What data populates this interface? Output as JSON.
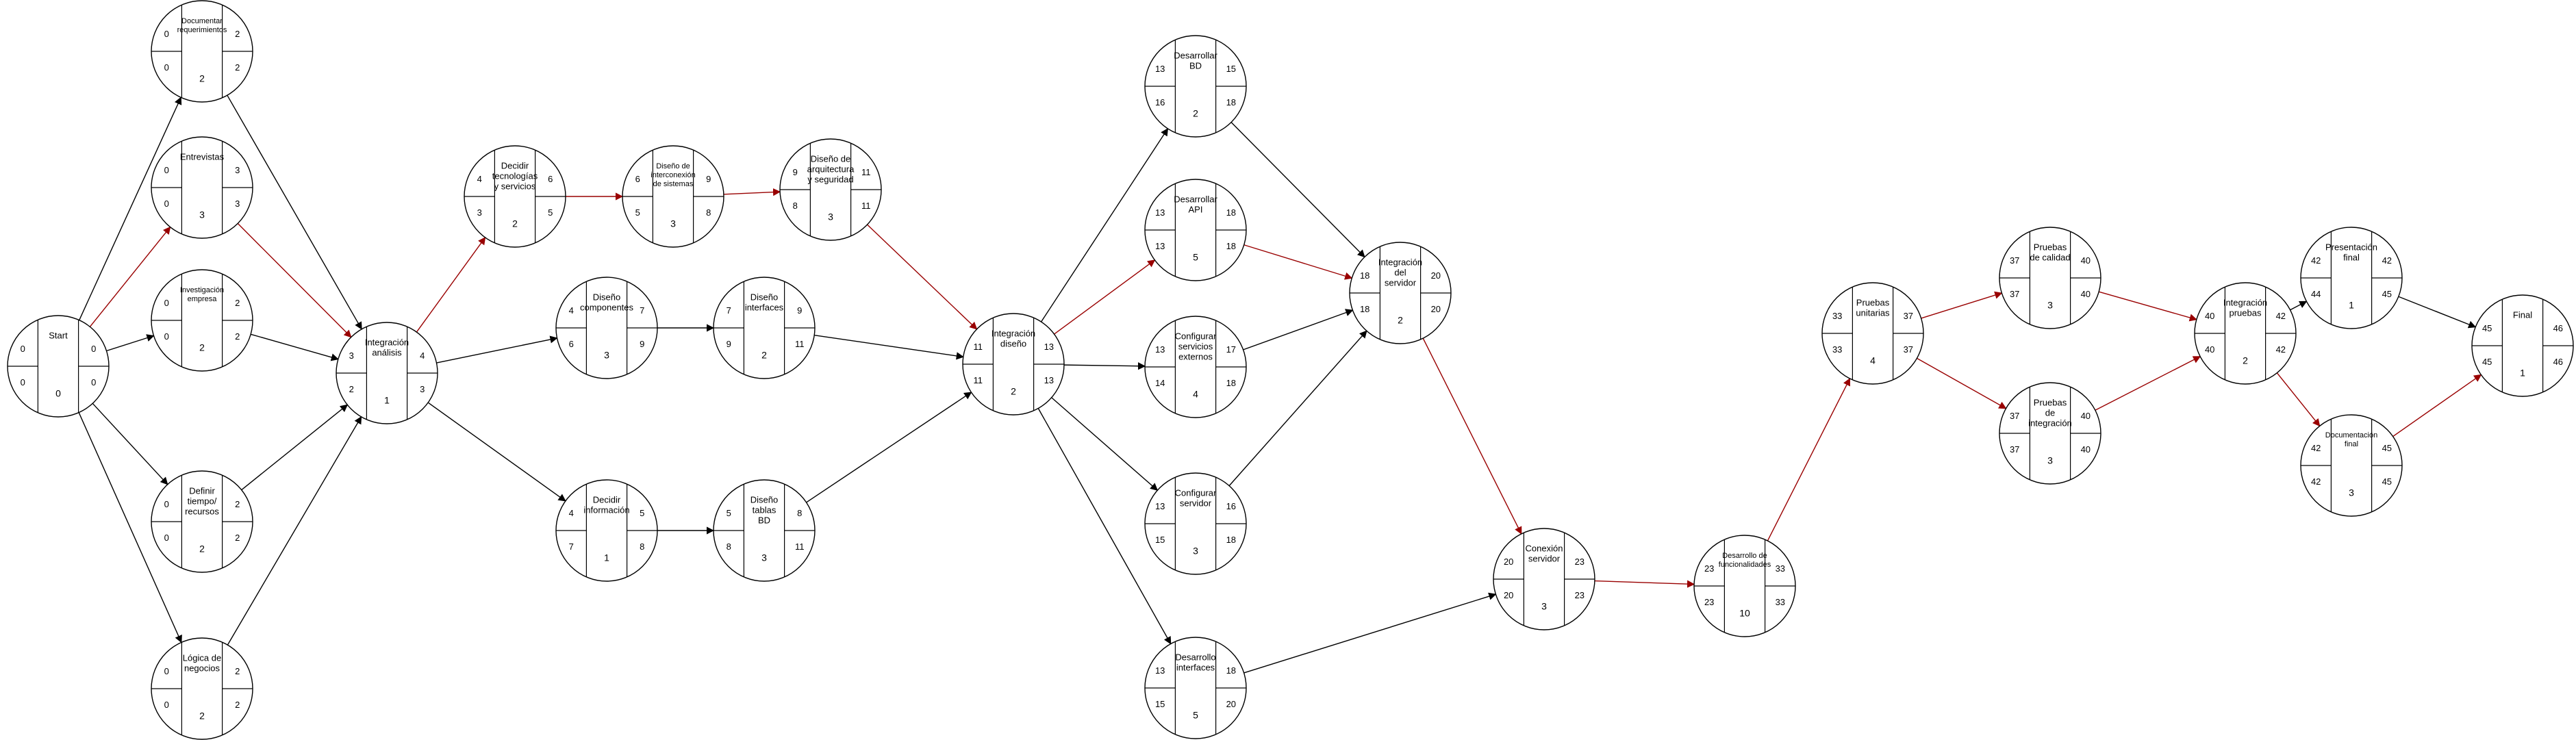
{
  "colors": {
    "critical": "#990000",
    "normal": "#000000",
    "node_stroke": "#000000",
    "background": "#ffffff"
  },
  "nodes": [
    {
      "id": "start",
      "name": [
        "Start"
      ],
      "es": "0",
      "ef": "0",
      "ls": "0",
      "lf": "0",
      "dur": "0"
    },
    {
      "id": "doc",
      "name": [
        "Documentar",
        "requerimientos"
      ],
      "es": "0",
      "ef": "2",
      "ls": "0",
      "lf": "2",
      "dur": "2"
    },
    {
      "id": "ent",
      "name": [
        "Entrevistas"
      ],
      "es": "0",
      "ef": "3",
      "ls": "0",
      "lf": "3",
      "dur": "3"
    },
    {
      "id": "inv",
      "name": [
        "Investigación",
        "empresa"
      ],
      "es": "0",
      "ef": "2",
      "ls": "0",
      "lf": "2",
      "dur": "2"
    },
    {
      "id": "def",
      "name": [
        "Definir",
        "tiempo/",
        "recursos"
      ],
      "es": "0",
      "ef": "2",
      "ls": "0",
      "lf": "2",
      "dur": "2"
    },
    {
      "id": "log",
      "name": [
        "Lógica de",
        "negocios"
      ],
      "es": "0",
      "ef": "2",
      "ls": "0",
      "lf": "2",
      "dur": "2"
    },
    {
      "id": "ian",
      "name": [
        "Integración",
        "análisis"
      ],
      "es": "3",
      "ef": "4",
      "ls": "2",
      "lf": "3",
      "dur": "1"
    },
    {
      "id": "dts",
      "name": [
        "Decidir",
        "tecnologías",
        "y servicios"
      ],
      "es": "4",
      "ef": "6",
      "ls": "3",
      "lf": "5",
      "dur": "2"
    },
    {
      "id": "dis",
      "name": [
        "Diseño de",
        "interconexión",
        "de sistemas"
      ],
      "es": "6",
      "ef": "9",
      "ls": "5",
      "lf": "8",
      "dur": "3"
    },
    {
      "id": "das",
      "name": [
        "Diseño de",
        "arquitectura",
        "y seguridad"
      ],
      "es": "9",
      "ef": "11",
      "ls": "8",
      "lf": "11",
      "dur": "3"
    },
    {
      "id": "dco",
      "name": [
        "Diseño",
        "componentes"
      ],
      "es": "4",
      "ef": "7",
      "ls": "6",
      "lf": "9",
      "dur": "3"
    },
    {
      "id": "dif",
      "name": [
        "Diseño",
        "interfaces"
      ],
      "es": "7",
      "ef": "9",
      "ls": "9",
      "lf": "11",
      "dur": "2"
    },
    {
      "id": "din",
      "name": [
        "Decidir",
        "información"
      ],
      "es": "4",
      "ef": "5",
      "ls": "7",
      "lf": "8",
      "dur": "1"
    },
    {
      "id": "dtb",
      "name": [
        "Diseño",
        "tablas",
        "BD"
      ],
      "es": "5",
      "ef": "8",
      "ls": "8",
      "lf": "11",
      "dur": "3"
    },
    {
      "id": "idi",
      "name": [
        "Integración",
        "diseño"
      ],
      "es": "11",
      "ef": "13",
      "ls": "11",
      "lf": "13",
      "dur": "2"
    },
    {
      "id": "dbd",
      "name": [
        "Desarrollar",
        "BD"
      ],
      "es": "13",
      "ef": "15",
      "ls": "16",
      "lf": "18",
      "dur": "2"
    },
    {
      "id": "dapi",
      "name": [
        "Desarrollar",
        "API"
      ],
      "es": "13",
      "ef": "18",
      "ls": "13",
      "lf": "18",
      "dur": "5"
    },
    {
      "id": "cse",
      "name": [
        "Configurar",
        "servicios",
        "externos"
      ],
      "es": "13",
      "ef": "17",
      "ls": "14",
      "lf": "18",
      "dur": "4"
    },
    {
      "id": "csv",
      "name": [
        "Configurar",
        "servidor"
      ],
      "es": "13",
      "ef": "16",
      "ls": "15",
      "lf": "18",
      "dur": "3"
    },
    {
      "id": "dint",
      "name": [
        "Desarrollo",
        "interfaces"
      ],
      "es": "13",
      "ef": "18",
      "ls": "15",
      "lf": "20",
      "dur": "5"
    },
    {
      "id": "isv",
      "name": [
        "Integración",
        "del",
        "servidor"
      ],
      "es": "18",
      "ef": "20",
      "ls": "18",
      "lf": "20",
      "dur": "2"
    },
    {
      "id": "cnx",
      "name": [
        "Conexión",
        "servidor"
      ],
      "es": "20",
      "ef": "23",
      "ls": "20",
      "lf": "23",
      "dur": "3"
    },
    {
      "id": "dfn",
      "name": [
        "Desarrollo de",
        "funcionalidades"
      ],
      "es": "23",
      "ef": "33",
      "ls": "23",
      "lf": "33",
      "dur": "10"
    },
    {
      "id": "pun",
      "name": [
        "Pruebas",
        "unitarias"
      ],
      "es": "33",
      "ef": "37",
      "ls": "33",
      "lf": "37",
      "dur": "4"
    },
    {
      "id": "pca",
      "name": [
        "Pruebas",
        "de calidad"
      ],
      "es": "37",
      "ef": "40",
      "ls": "37",
      "lf": "40",
      "dur": "3"
    },
    {
      "id": "pin",
      "name": [
        "Pruebas",
        "de",
        "integración"
      ],
      "es": "37",
      "ef": "40",
      "ls": "37",
      "lf": "40",
      "dur": "3"
    },
    {
      "id": "ipr",
      "name": [
        "Integración",
        "pruebas"
      ],
      "es": "40",
      "ef": "42",
      "ls": "40",
      "lf": "42",
      "dur": "2"
    },
    {
      "id": "pfi",
      "name": [
        "Presentación",
        "final"
      ],
      "es": "42",
      "ef": "42",
      "ls": "44",
      "lf": "45",
      "dur": "1"
    },
    {
      "id": "dfi",
      "name": [
        "Documentación",
        "final"
      ],
      "es": "42",
      "ef": "45",
      "ls": "42",
      "lf": "45",
      "dur": "3"
    },
    {
      "id": "fin",
      "name": [
        "Final"
      ],
      "es": "45",
      "ef": "46",
      "ls": "45",
      "lf": "46",
      "dur": "1"
    }
  ],
  "edges": [
    {
      "from": "start",
      "to": "doc",
      "critical": false
    },
    {
      "from": "start",
      "to": "ent",
      "critical": true
    },
    {
      "from": "start",
      "to": "inv",
      "critical": false
    },
    {
      "from": "start",
      "to": "def",
      "critical": false
    },
    {
      "from": "start",
      "to": "log",
      "critical": false
    },
    {
      "from": "doc",
      "to": "ian",
      "critical": false
    },
    {
      "from": "ent",
      "to": "ian",
      "critical": true
    },
    {
      "from": "inv",
      "to": "ian",
      "critical": false
    },
    {
      "from": "def",
      "to": "ian",
      "critical": false
    },
    {
      "from": "log",
      "to": "ian",
      "critical": false
    },
    {
      "from": "ian",
      "to": "dts",
      "critical": true
    },
    {
      "from": "ian",
      "to": "dco",
      "critical": false
    },
    {
      "from": "ian",
      "to": "din",
      "critical": false
    },
    {
      "from": "dts",
      "to": "dis",
      "critical": true
    },
    {
      "from": "dis",
      "to": "das",
      "critical": true
    },
    {
      "from": "das",
      "to": "idi",
      "critical": true
    },
    {
      "from": "dco",
      "to": "dif",
      "critical": false
    },
    {
      "from": "dif",
      "to": "idi",
      "critical": false
    },
    {
      "from": "din",
      "to": "dtb",
      "critical": false
    },
    {
      "from": "dtb",
      "to": "idi",
      "critical": false
    },
    {
      "from": "idi",
      "to": "dbd",
      "critical": false
    },
    {
      "from": "idi",
      "to": "dapi",
      "critical": true
    },
    {
      "from": "idi",
      "to": "cse",
      "critical": false
    },
    {
      "from": "idi",
      "to": "csv",
      "critical": false
    },
    {
      "from": "idi",
      "to": "dint",
      "critical": false
    },
    {
      "from": "dbd",
      "to": "isv",
      "critical": false
    },
    {
      "from": "dapi",
      "to": "isv",
      "critical": true
    },
    {
      "from": "cse",
      "to": "isv",
      "critical": false
    },
    {
      "from": "csv",
      "to": "isv",
      "critical": false
    },
    {
      "from": "isv",
      "to": "cnx",
      "critical": true
    },
    {
      "from": "dint",
      "to": "cnx",
      "critical": false
    },
    {
      "from": "cnx",
      "to": "dfn",
      "critical": true
    },
    {
      "from": "dfn",
      "to": "pun",
      "critical": true
    },
    {
      "from": "pun",
      "to": "pca",
      "critical": true
    },
    {
      "from": "pun",
      "to": "pin",
      "critical": true
    },
    {
      "from": "pca",
      "to": "ipr",
      "critical": true
    },
    {
      "from": "pin",
      "to": "ipr",
      "critical": true
    },
    {
      "from": "ipr",
      "to": "pfi",
      "critical": false
    },
    {
      "from": "ipr",
      "to": "dfi",
      "critical": true
    },
    {
      "from": "pfi",
      "to": "fin",
      "critical": false
    },
    {
      "from": "dfi",
      "to": "fin",
      "critical": true
    }
  ]
}
